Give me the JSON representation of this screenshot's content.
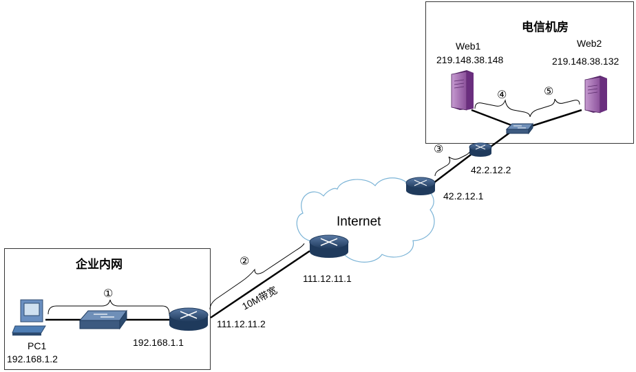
{
  "enterprise": {
    "title": "企业内网",
    "pc_name": "PC1",
    "pc_ip": "192.168.1.2",
    "router_lan_ip": "192.168.1.1",
    "router_wan_ip": "111.12.11.2",
    "segment_marker": "①"
  },
  "wan_link": {
    "marker": "②",
    "bandwidth": "10M带宽"
  },
  "internet": {
    "label": "Internet",
    "edge_router_ip": "111.12.11.1",
    "far_router_ip": "42.2.12.1"
  },
  "datacenter": {
    "title": "电信机房",
    "router_ip": "42.2.12.2",
    "uplink_marker": "③",
    "web1": {
      "name": "Web1",
      "ip": "219.148.38.148",
      "marker": "④"
    },
    "web2": {
      "name": "Web2",
      "ip": "219.148.38.132",
      "marker": "⑤"
    }
  },
  "colors": {
    "router": "#2c4a6e",
    "switch": "#3d5a80",
    "server": "#8e4a9e",
    "pc": "#4e7eb5",
    "cloud_stroke": "#7ab3d6",
    "line": "#000000"
  }
}
